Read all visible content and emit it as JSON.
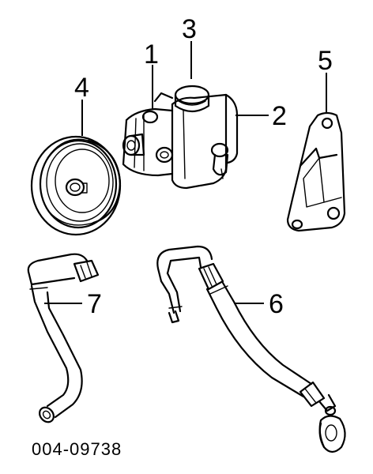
{
  "callouts": {
    "c1": "1",
    "c2": "2",
    "c3": "3",
    "c4": "4",
    "c5": "5",
    "c6": "6",
    "c7": "7"
  },
  "part_number": "004-09738"
}
